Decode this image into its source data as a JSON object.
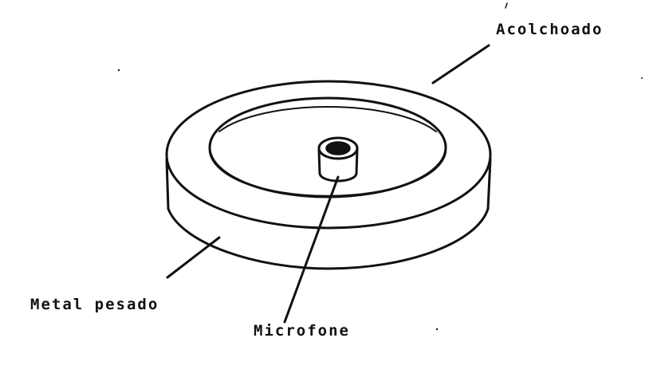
{
  "labels": {
    "padding": "Acolchoado",
    "heavy_metal": "Metal pesado",
    "microphone": "Microfone"
  },
  "colors": {
    "ink": "#111111",
    "paper": "#ffffff"
  }
}
